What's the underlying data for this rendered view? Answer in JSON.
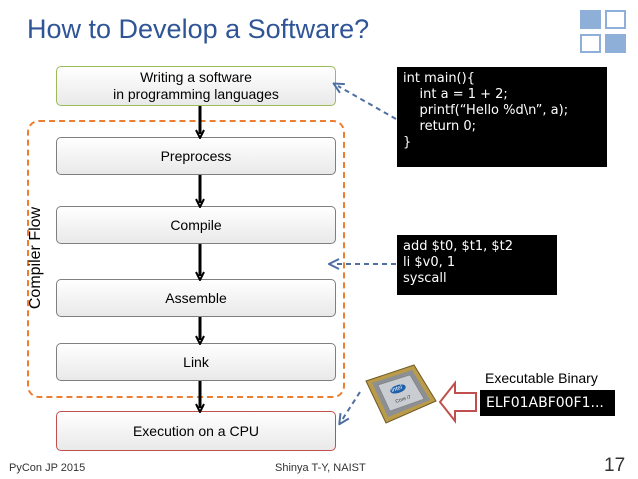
{
  "slide": {
    "title": "How to Develop a Software?",
    "flow_label": "Compiler Flow",
    "steps": {
      "writing_line1": "Writing a software",
      "writing_line2": "in programming languages",
      "preprocess": "Preprocess",
      "compile": "Compile",
      "assemble": "Assemble",
      "link": "Link",
      "execution": "Execution on a CPU"
    },
    "c_code": [
      "int main(){",
      "    int a = 1 + 2;",
      "    printf(“Hello %d\\n”, a);",
      "    return 0;",
      "}"
    ],
    "asm_code": [
      "add $t0, $t1, $t2",
      "li $v0, 1",
      "syscall"
    ],
    "binary_label": "Executable Binary",
    "binary_value": "ELF01ABF00F1...",
    "cpu_chip": {
      "brand": "intel",
      "model": "Core i7"
    },
    "footer": {
      "left": "PyCon JP 2015",
      "center": "Shinya T-Y, NAIST",
      "page": "17"
    },
    "colors": {
      "title": "#2f5597",
      "writing_border": "#9bbb59",
      "execution_border": "#c0504d",
      "flow_frame": "#ed7d31",
      "connector": "#4f6fa0",
      "logo_blue": "#8eb0d8"
    }
  }
}
